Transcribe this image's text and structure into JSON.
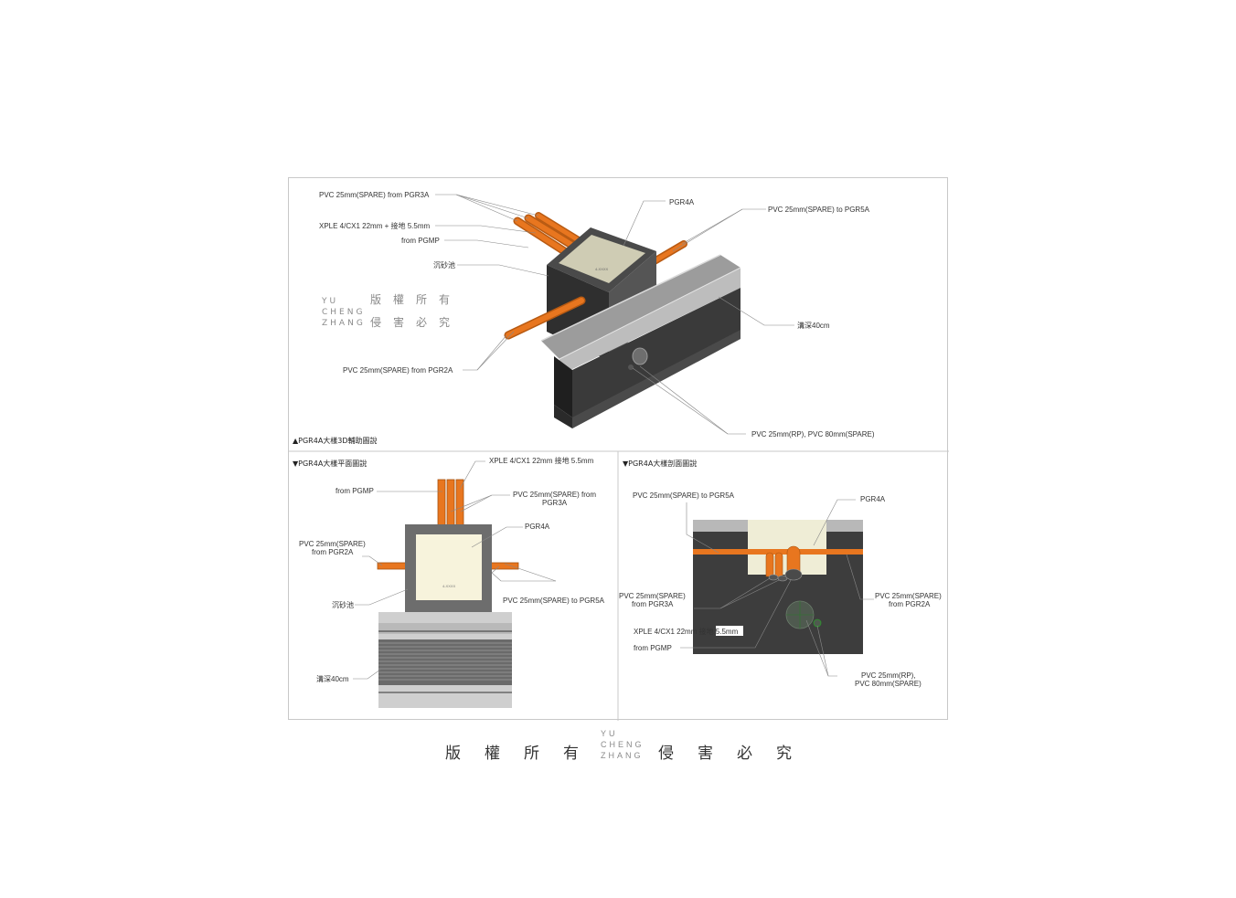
{
  "watermark": {
    "latin": [
      "YU",
      "CHENG",
      "ZHANG"
    ],
    "cjk_top": [
      "版",
      "權",
      "所",
      "有"
    ],
    "cjk_bottom": [
      "侵",
      "害",
      "必",
      "究"
    ]
  },
  "panel_iso": {
    "caption": "▲PGR4A大樣3D輔助圖說",
    "labels": {
      "pvc_spare_from_pgr3a": "PVC 25mm(SPARE) from PGR3A",
      "xple": "XPLE 4/CX1 22mm + 接地 5.5mm",
      "from_pgmp": "from PGMP",
      "sand_pit": "沉砂池",
      "pgr4a": "PGR4A",
      "pvc_spare_to_pgr5a": "PVC 25mm(SPARE) to PGR5A",
      "ditch_depth": "溝深40cm",
      "pvc_spare_from_pgr2a": "PVC 25mm(SPARE) from PGR2A",
      "pvc_rp": "PVC 25mm(RP), PVC 80mm(SPARE)"
    }
  },
  "panel_plan": {
    "caption": "▼PGR4A大樣平面圖說",
    "labels": {
      "xple": "XPLE 4/CX1 22mm 接地 5.5mm",
      "from_pgmp": "from PGMP",
      "pvc_spare_from_pgr3a_1": "PVC 25mm(SPARE) from",
      "pvc_spare_from_pgr3a_2": "PGR3A",
      "pgr4a": "PGR4A",
      "pvc_spare_from_pgr2a_1": "PVC 25mm(SPARE)",
      "pvc_spare_from_pgr2a_2": "from PGR2A",
      "sand_pit": "沉砂池",
      "pvc_spare_to_pgr5a": "PVC 25mm(SPARE) to PGR5A",
      "ditch_depth": "溝深40cm"
    }
  },
  "panel_section": {
    "caption": "▼PGR4A大樣剖面圖說",
    "labels": {
      "pvc_spare_to_pgr5a": "PVC 25mm(SPARE) to PGR5A",
      "pgr4a": "PGR4A",
      "pvc_spare_from_pgr3a_1": "PVC 25mm(SPARE)",
      "pvc_spare_from_pgr3a_2": "from PGR3A",
      "pvc_spare_from_pgr2a_1": "PVC 25mm(SPARE)",
      "pvc_spare_from_pgr2a_2": "from PGR2A",
      "xple": "XPLE 4/CX1 22mm 接地 5.5mm",
      "from_pgmp": "from PGMP",
      "pvc_rp_1": "PVC 25mm(RP),",
      "pvc_rp_2": "PVC 80mm(SPARE)"
    }
  },
  "colors": {
    "pipe": "#e8761f",
    "concrete_dark": "#3f3f3f",
    "pit_inner": "#d4d0b8",
    "frame": "#c8c8c8"
  }
}
